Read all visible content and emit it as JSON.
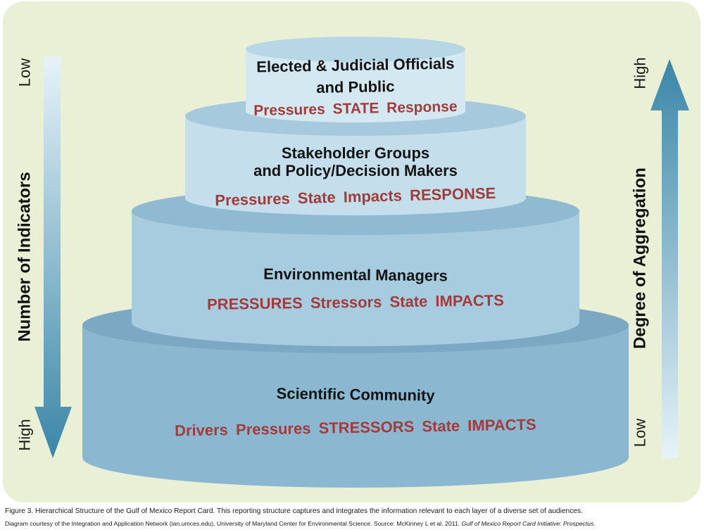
{
  "figure": {
    "left_axis": {
      "title": "Number of Indicators",
      "top_label": "Low",
      "bottom_label": "High"
    },
    "right_axis": {
      "title": "Degree of Aggregation",
      "top_label": "High",
      "bottom_label": "Low"
    },
    "tiers": [
      {
        "audience": [
          "Elected & Judicial Officials",
          "and Public"
        ],
        "indicators": [
          "Pressures",
          "STATE",
          "Response"
        ]
      },
      {
        "audience": [
          "Stakeholder Groups",
          "and Policy/Decision Makers"
        ],
        "indicators": [
          "Pressures",
          "State",
          "Impacts",
          "RESPONSE"
        ]
      },
      {
        "audience": [
          "Environmental Managers"
        ],
        "indicators": [
          "PRESSURES",
          "Stressors",
          "State",
          "IMPACTS"
        ]
      },
      {
        "audience": [
          "Scientific Community"
        ],
        "indicators": [
          "Drivers",
          "Pressures",
          "STRESSORS",
          "State",
          "IMPACTS"
        ]
      }
    ]
  },
  "caption": {
    "line1": "Figure 3. Hierarchical Structure of the Gulf of Mexico Report Card. This reporting structure captures and integrates the information relevant to each layer of a diverse set of audiences.",
    "line2": "Diagram courtesy of the Integration and Application Network (ian.umces.edu), University of Maryland Center for Environmental Science. Source: McKinney L et al. 2011.",
    "line2_italic": "Gulf of Mexico Report Card Initiative: Prospectus."
  },
  "colors": {
    "panel_background": "#e9f0d6",
    "arrow_light": "#e7f3f9",
    "arrow_dark": "#3a86a7",
    "indicator_text": "#a23b3b",
    "tier_bodies": [
      "#d4e8f1",
      "#c4dfeb",
      "#a7cce0",
      "#8bb8d0"
    ],
    "tier_tops": [
      "#b7d6e6",
      "#a6c9dd",
      "#8fbad1",
      "#7ca8c3"
    ]
  }
}
